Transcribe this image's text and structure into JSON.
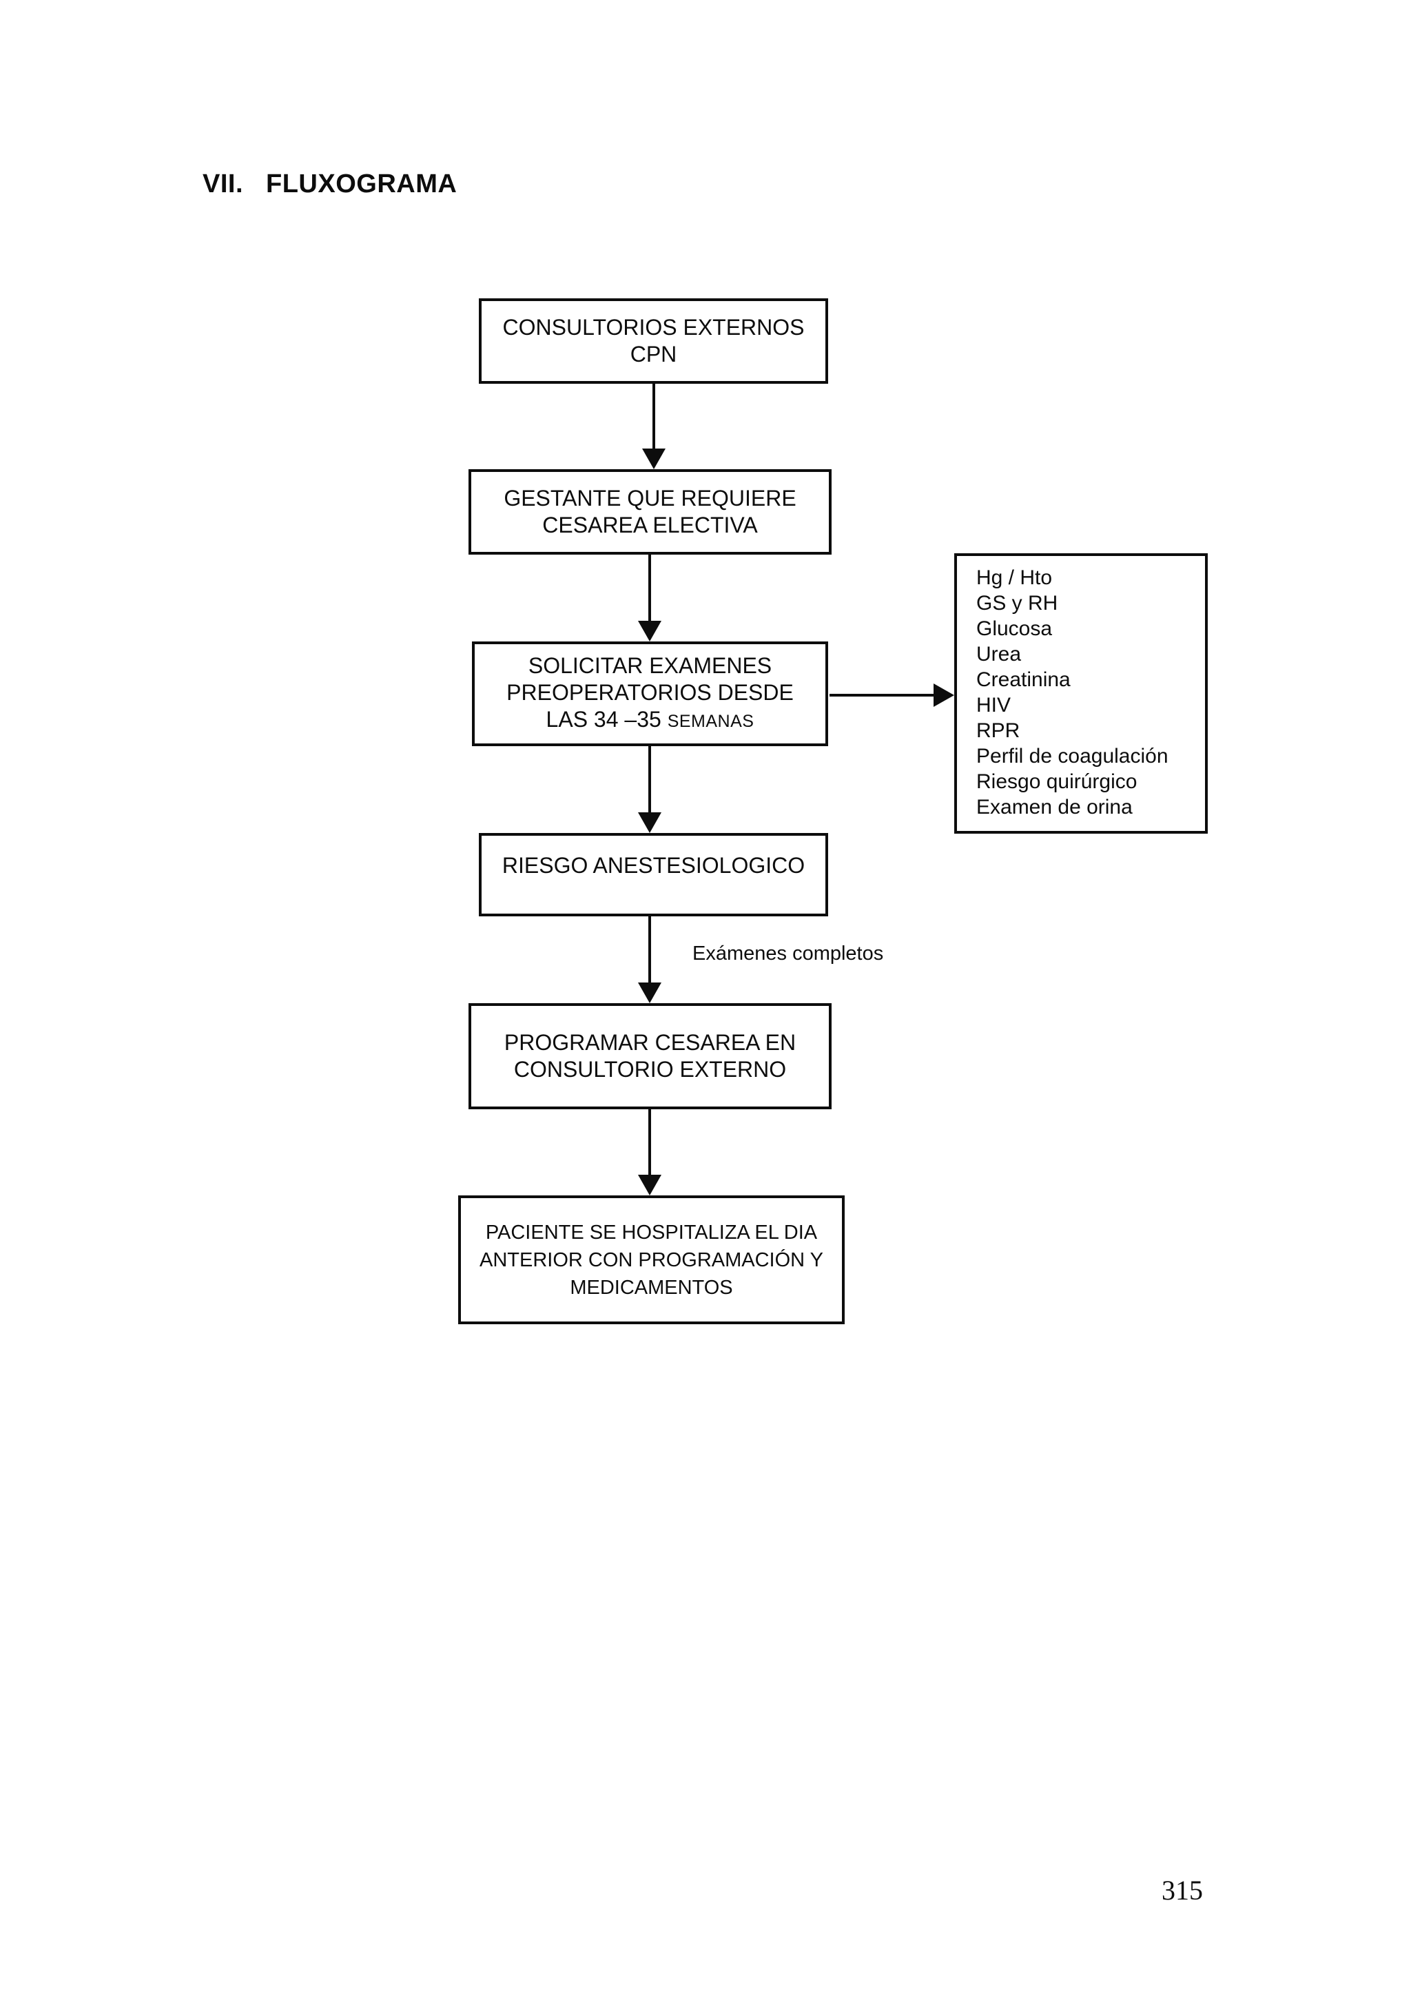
{
  "page": {
    "heading_number": "VII.",
    "heading_title": "FLUXOGRAMA",
    "page_number": "315"
  },
  "flowchart": {
    "nodes": {
      "consultorios": {
        "lines": [
          "CONSULTORIOS EXTERNOS",
          "CPN"
        ]
      },
      "gestante": {
        "lines": [
          "GESTANTE QUE REQUIERE",
          "CESAREA ELECTIVA"
        ]
      },
      "solicitar": {
        "lines": [
          "SOLICITAR EXAMENES",
          "PREOPERATORIOS DESDE"
        ],
        "line3_prefix": "LAS 34 –35",
        "line3_small": "SEMANAS"
      },
      "riesgo": {
        "lines": [
          "RIESGO ANESTESIOLOGICO"
        ]
      },
      "programar": {
        "lines": [
          "PROGRAMAR CESAREA EN",
          "CONSULTORIO EXTERNO"
        ]
      },
      "paciente": {
        "lines": [
          "PACIENTE SE HOSPITALIZA EL DIA",
          "ANTERIOR CON PROGRAMACIÓN Y",
          "MEDICAMENTOS"
        ]
      }
    },
    "exams_box": {
      "items": [
        "Hg / Hto",
        "GS y RH",
        "Glucosa",
        "Urea",
        "Creatinina",
        "HIV",
        "RPR",
        "Perfil de coagulación",
        "Riesgo quirúrgico",
        "Examen de orina"
      ]
    },
    "edge_label": "Exámenes completos"
  },
  "colors": {
    "ink": "#0d0d0d",
    "background": "#ffffff"
  }
}
